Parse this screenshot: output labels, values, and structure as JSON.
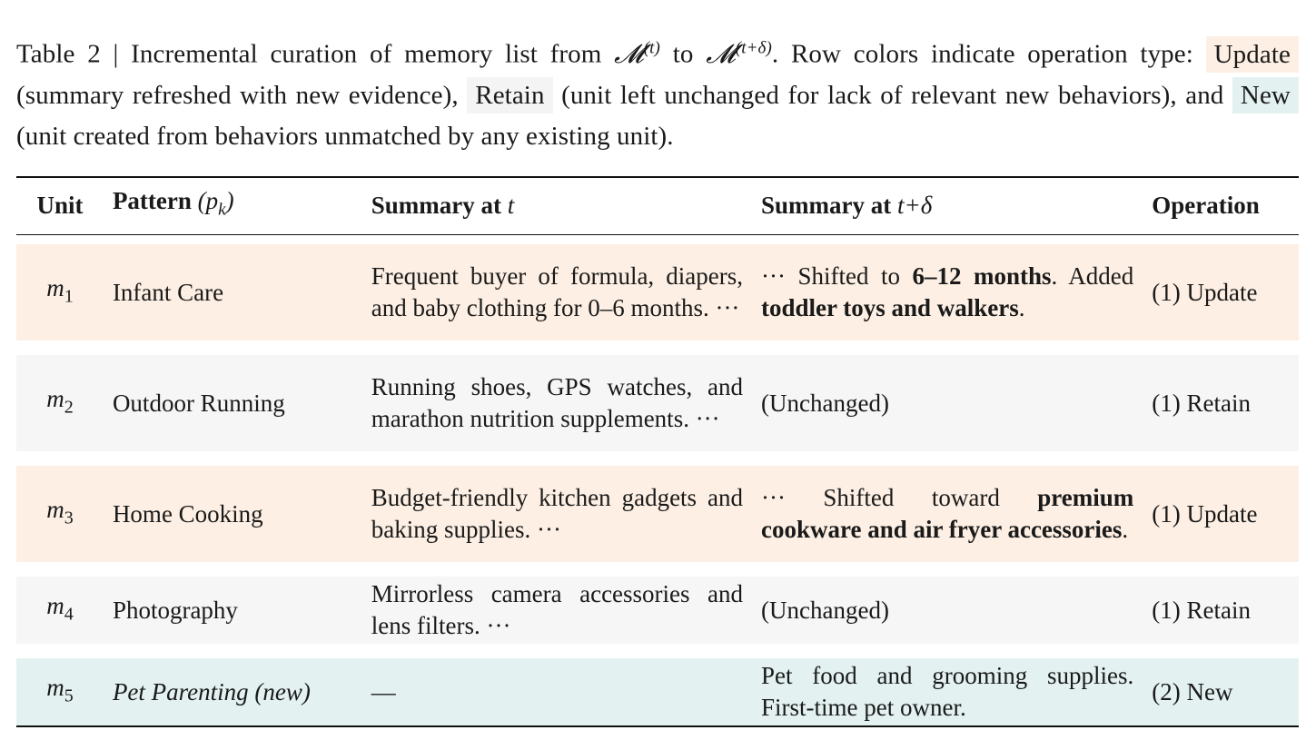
{
  "caption": {
    "prefix": "Table 2 | Incremental curation of memory list from",
    "m_from": "𝓜",
    "sup_from": "(t)",
    "to": "to",
    "m_to": "𝓜",
    "sup_to": "(t+δ)",
    "after_math": ". Row colors indicate operation type:",
    "tag_update": "Update",
    "desc_update": "(summary refreshed with new evidence),",
    "tag_retain": "Retain",
    "desc_retain": "(unit left unchanged for lack of relevant new behaviors), and",
    "tag_new": "New",
    "desc_new": "(unit created from behaviors unmatched by any existing unit)."
  },
  "colors": {
    "update": "#fdefe3",
    "retain": "#f6f6f6",
    "new": "#e3f1f1"
  },
  "table": {
    "headers": {
      "unit": "Unit",
      "pattern": "Pattern",
      "pattern_math": "(p",
      "pattern_sub": "k",
      "pattern_close": ")",
      "sum_t": "Summary at",
      "sum_t_math": "t",
      "sum_d": "Summary at",
      "sum_d_math": "t+δ",
      "operation": "Operation"
    },
    "rows": [
      {
        "unit": "m",
        "sub": "1",
        "pattern": "Infant Care",
        "sum_t": "Frequent buyer of formula, diapers, and baby clothing for 0–6 months. ···",
        "sum_d_pre": "··· Shifted to",
        "sum_d_b1": "6–12 months",
        "sum_d_mid": ". Added",
        "sum_d_b2": "toddler toys and walkers",
        "sum_d_post": ".",
        "operation": "(1) Update"
      },
      {
        "unit": "m",
        "sub": "2",
        "pattern": "Outdoor Running",
        "sum_t": "Running shoes, GPS watches, and marathon nutrition supplements. ···",
        "sum_d": "(Unchanged)",
        "operation": "(1) Retain"
      },
      {
        "unit": "m",
        "sub": "3",
        "pattern": "Home Cooking",
        "sum_t": "Budget-friendly kitchen gadgets and baking supplies. ···",
        "sum_d_pre": "··· Shifted toward",
        "sum_d_b1": "premium cookware and air fryer accessories",
        "sum_d_post": ".",
        "operation": "(1) Update"
      },
      {
        "unit": "m",
        "sub": "4",
        "pattern": "Photography",
        "sum_t": "Mirrorless camera accessories and lens filters. ···",
        "sum_d": "(Unchanged)",
        "operation": "(1) Retain"
      },
      {
        "unit": "m",
        "sub": "5",
        "pattern": "Pet Parenting (new)",
        "sum_t": "—",
        "sum_d": "Pet food and grooming supplies. First-time pet owner.",
        "operation": "(2) New"
      }
    ]
  }
}
